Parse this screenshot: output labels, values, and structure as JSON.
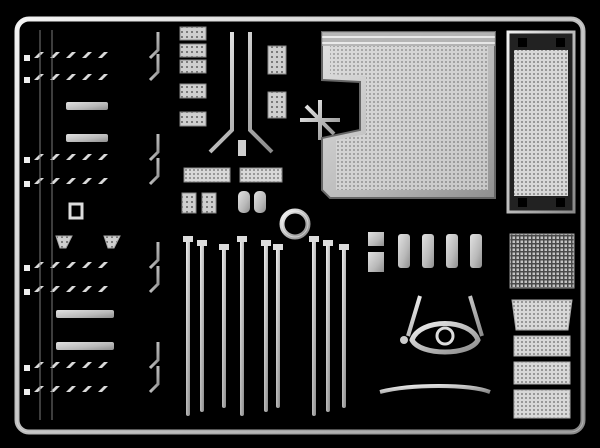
{
  "image": {
    "subject": "",
    "colors": {
      "background": "#000000",
      "sprue_light": "#e9e9e9",
      "sprue_mid": "#b5b5b5",
      "sprue_dark": "#6f6f6f",
      "tread_plate": "#bdbdbd",
      "mesh": "#9a9a9a"
    },
    "icons": [
      "plastic-sprue-frame",
      "tread-plate-panel",
      "mesh-grille",
      "step-bracket",
      "runner-gate"
    ]
  }
}
